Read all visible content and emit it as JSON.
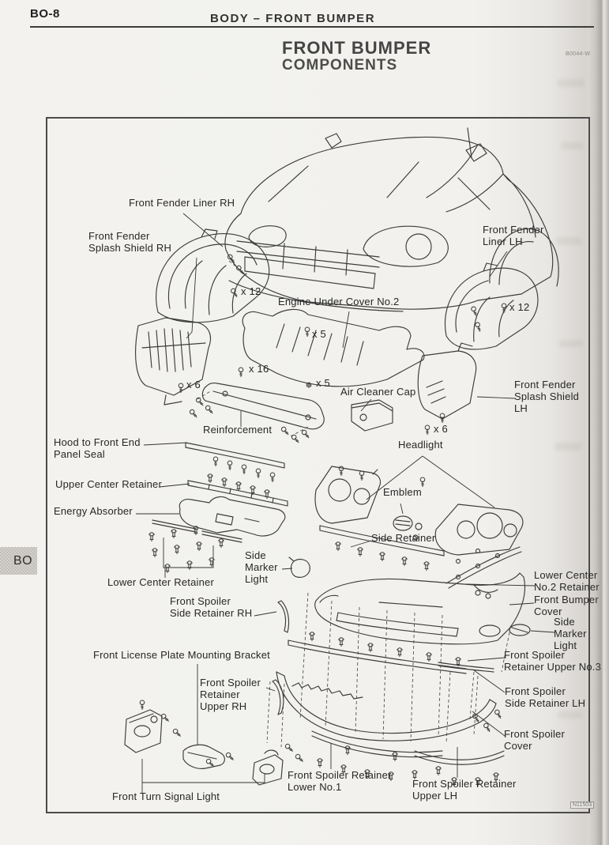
{
  "page": {
    "page_number": "BO-8",
    "header_title": "BODY  –  FRONT BUMPER",
    "title": "FRONT BUMPER",
    "subtitle": "COMPONENTS",
    "figure_code": "B0044-W",
    "drawing_code": "N11503",
    "side_tab": "BO"
  },
  "diagram": {
    "labels": [
      {
        "text": "Front Fender Liner RH"
      },
      {
        "text": "Front Fender\nSplash Shield RH"
      },
      {
        "text": "x 12"
      },
      {
        "text": "Engine Under Cover No.2"
      },
      {
        "text": "x 5"
      },
      {
        "text": "x 16"
      },
      {
        "text": "x 5"
      },
      {
        "text": "Air Cleaner Cap"
      },
      {
        "text": "Front Fender\nLiner LH"
      },
      {
        "text": "x 12"
      },
      {
        "text": "Front Fender\nSplash Shield\nLH"
      },
      {
        "text": "x 6"
      },
      {
        "text": "x 6"
      },
      {
        "text": "Reinforcement"
      },
      {
        "text": "Hood to Front End\nPanel Seal"
      },
      {
        "text": "Upper Center Retainer"
      },
      {
        "text": "Energy Absorber"
      },
      {
        "text": "Headlight"
      },
      {
        "text": "Emblem"
      },
      {
        "text": "Side Retainer"
      },
      {
        "text": "Side\nMarker\nLight"
      },
      {
        "text": "Lower Center Retainer"
      },
      {
        "text": "Front Spoiler\nSide Retainer RH"
      },
      {
        "text": "Front License Plate Mounting Bracket"
      },
      {
        "text": "Front Spoiler\nRetainer\nUpper RH"
      },
      {
        "text": "Lower Center\nNo.2 Retainer"
      },
      {
        "text": "Front Bumper\nCover"
      },
      {
        "text": "Side\nMarker\nLight"
      },
      {
        "text": "Front Spoiler\nRetainer Upper No.3"
      },
      {
        "text": "Front Spoiler\nSide Retainer LH"
      },
      {
        "text": "Front Spoiler\nCover"
      },
      {
        "text": "Front Spoiler Retainer\nLower No.1"
      },
      {
        "text": "Front Spoiler Retainer\nUpper LH"
      },
      {
        "text": "Front Turn Signal Light"
      }
    ]
  }
}
